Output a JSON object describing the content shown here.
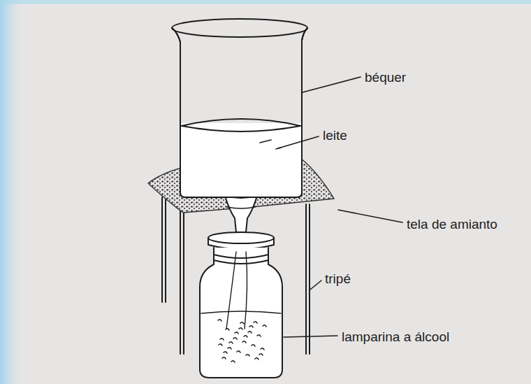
{
  "diagram": {
    "labels": [
      "béquer",
      "leite",
      "tela de amianto",
      "tripé",
      "lamparina a álcool"
    ]
  }
}
